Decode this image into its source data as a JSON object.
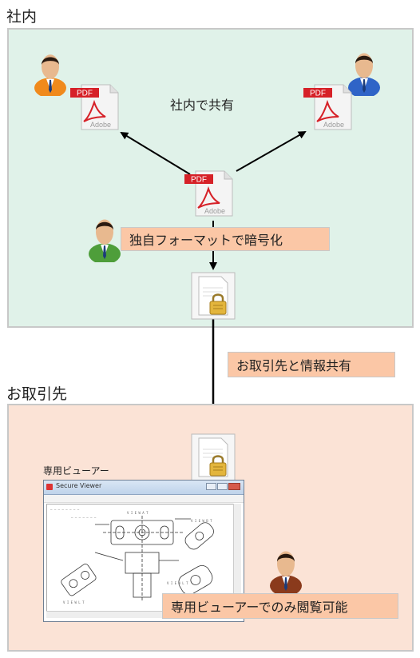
{
  "sections": {
    "internal": {
      "title": "社内",
      "share_label": "社内で共有",
      "encrypt_label": "独自フォーマットで暗号化"
    },
    "partner": {
      "title": "お取引先",
      "viewer_label": "専用ビューアー",
      "view_only_label": "専用ビューアーでのみ閲覧可能"
    }
  },
  "transfer_label": "お取引先と情報共有",
  "pdf_icon": {
    "badge": "PDF",
    "brand": "Adobe"
  },
  "viewer_window": {
    "title": "Secure Viewer"
  },
  "colors": {
    "internal_bg": "#e0f2e9",
    "partner_bg": "#fbe3d6",
    "label_bg": "#fbc7a6",
    "pdf_red": "#d62128",
    "person_orange": "#f08a1c",
    "person_blue": "#2f64c7",
    "person_green": "#4e9e3a",
    "person_brown": "#8a3a1c"
  }
}
